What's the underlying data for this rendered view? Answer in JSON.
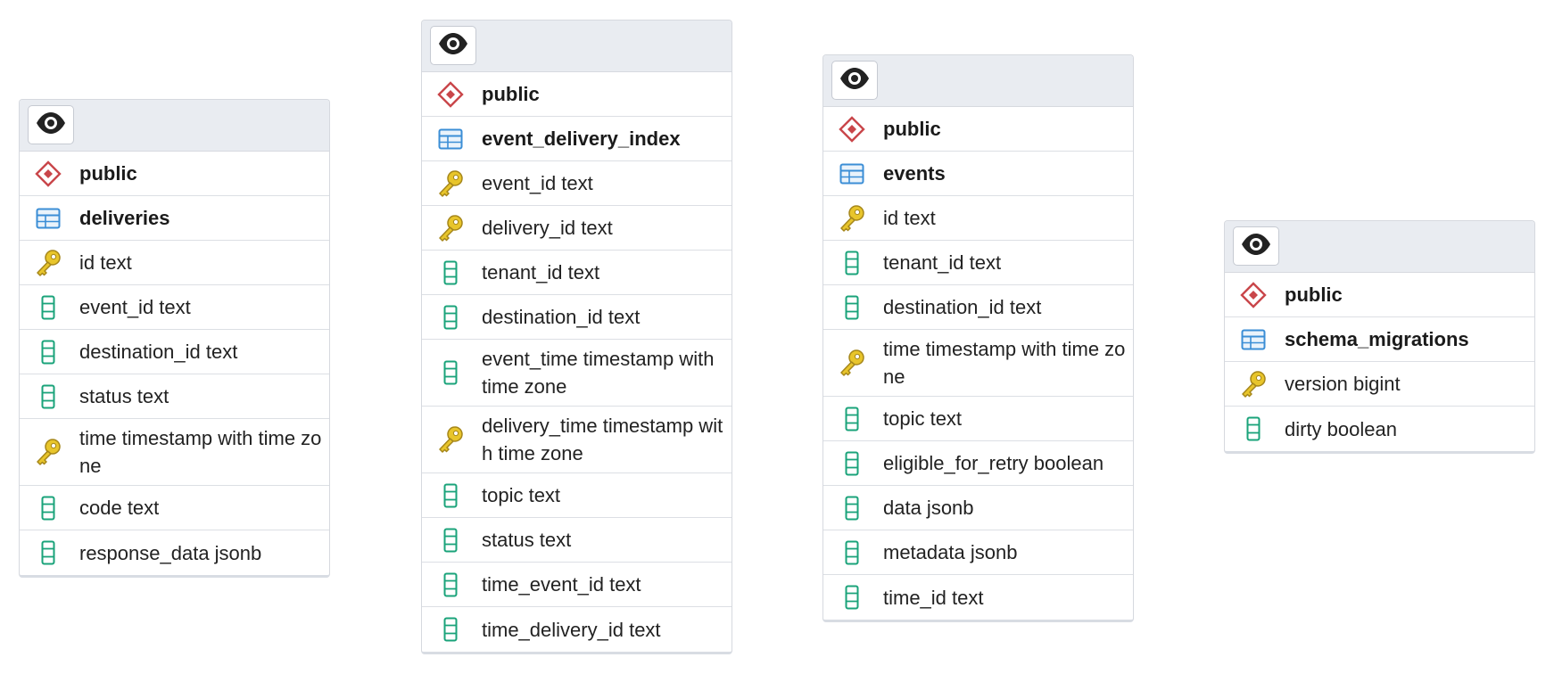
{
  "tables": [
    {
      "schema": "public",
      "name": "deliveries",
      "columns": [
        {
          "label": "id text",
          "kind": "key"
        },
        {
          "label": "event_id text",
          "kind": "column"
        },
        {
          "label": "destination_id text",
          "kind": "column"
        },
        {
          "label": "status text",
          "kind": "column"
        },
        {
          "label": "time timestamp with time zone",
          "kind": "key"
        },
        {
          "label": "code text",
          "kind": "column"
        },
        {
          "label": "response_data jsonb",
          "kind": "column"
        }
      ]
    },
    {
      "schema": "public",
      "name": "event_delivery_index",
      "columns": [
        {
          "label": "event_id text",
          "kind": "key"
        },
        {
          "label": "delivery_id text",
          "kind": "key"
        },
        {
          "label": "tenant_id text",
          "kind": "column"
        },
        {
          "label": "destination_id text",
          "kind": "column"
        },
        {
          "label": "event_time timestamp with time zone",
          "kind": "column"
        },
        {
          "label": "delivery_time timestamp with time zone",
          "kind": "key"
        },
        {
          "label": "topic text",
          "kind": "column"
        },
        {
          "label": "status text",
          "kind": "column"
        },
        {
          "label": "time_event_id text",
          "kind": "column"
        },
        {
          "label": "time_delivery_id text",
          "kind": "column"
        }
      ]
    },
    {
      "schema": "public",
      "name": "events",
      "columns": [
        {
          "label": "id text",
          "kind": "key"
        },
        {
          "label": "tenant_id text",
          "kind": "column"
        },
        {
          "label": "destination_id text",
          "kind": "column"
        },
        {
          "label": "time timestamp with time zone",
          "kind": "key"
        },
        {
          "label": "topic text",
          "kind": "column"
        },
        {
          "label": "eligible_for_retry boolean",
          "kind": "column"
        },
        {
          "label": "data jsonb",
          "kind": "column"
        },
        {
          "label": "metadata jsonb",
          "kind": "column"
        },
        {
          "label": "time_id text",
          "kind": "column"
        }
      ]
    },
    {
      "schema": "public",
      "name": "schema_migrations",
      "columns": [
        {
          "label": "version bigint",
          "kind": "key"
        },
        {
          "label": "dirty boolean",
          "kind": "column"
        }
      ]
    }
  ],
  "icons": {
    "header_button": "eye-icon",
    "schema": "schema-diamond-icon",
    "table": "table-grid-icon",
    "key": "key-icon",
    "column": "column-icon"
  },
  "colors": {
    "schema_icon": "#c9464a",
    "table_icon": "#3b8ed6",
    "key_icon": "#e8c52b",
    "column_icon": "#1aa37a",
    "header_bg": "#e9ecf1"
  }
}
